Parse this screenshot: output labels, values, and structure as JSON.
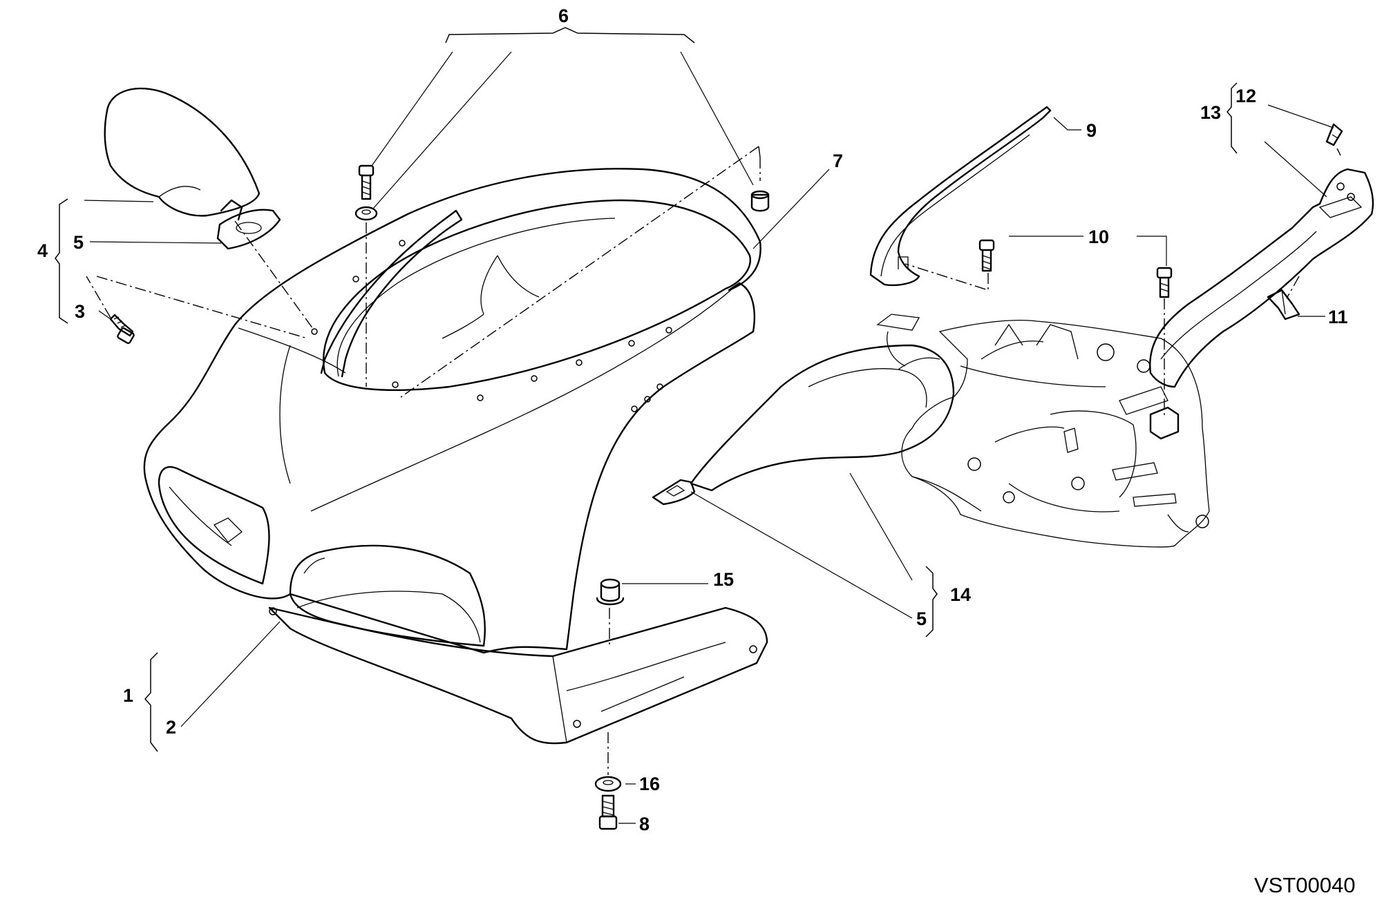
{
  "callouts": {
    "c1": "1",
    "c2": "2",
    "c3": "3",
    "c4": "4",
    "c5a": "5",
    "c5b": "5",
    "c6": "6",
    "c7": "7",
    "c8": "8",
    "c9": "9",
    "c10": "10",
    "c11": "11",
    "c12": "12",
    "c13": "13",
    "c14": "14",
    "c15": "15",
    "c16": "16"
  },
  "drawing_code": "VST00040"
}
